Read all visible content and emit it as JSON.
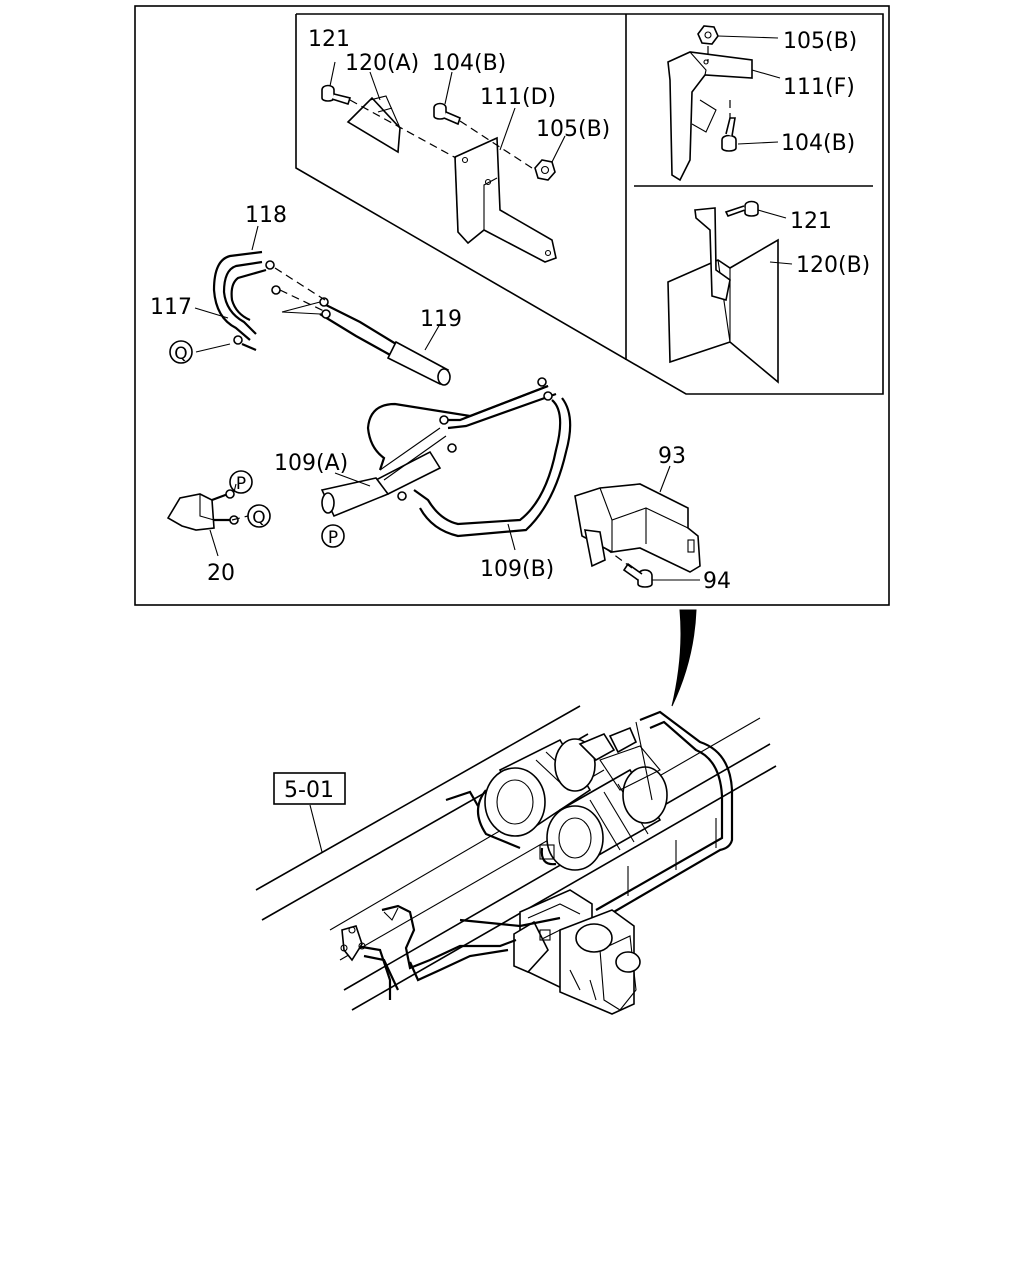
{
  "labels": {
    "l121a": "121",
    "l120a": "120(A)",
    "l104b_top": "104(B)",
    "l111d": "111(D)",
    "l105b_mid": "105(B)",
    "l105b_right": "105(B)",
    "l111f": "111(F)",
    "l104b_right": "104(B)",
    "l121b": "121",
    "l120b": "120(B)",
    "l118": "118",
    "l117": "117",
    "l119": "119",
    "l109a": "109(A)",
    "l93": "93",
    "l20": "20",
    "l109b": "109(B)",
    "l94": "94",
    "ref": "5-01"
  },
  "callouts": {
    "q1": "Q",
    "q2": "Q",
    "p1": "P",
    "p2": "P"
  }
}
